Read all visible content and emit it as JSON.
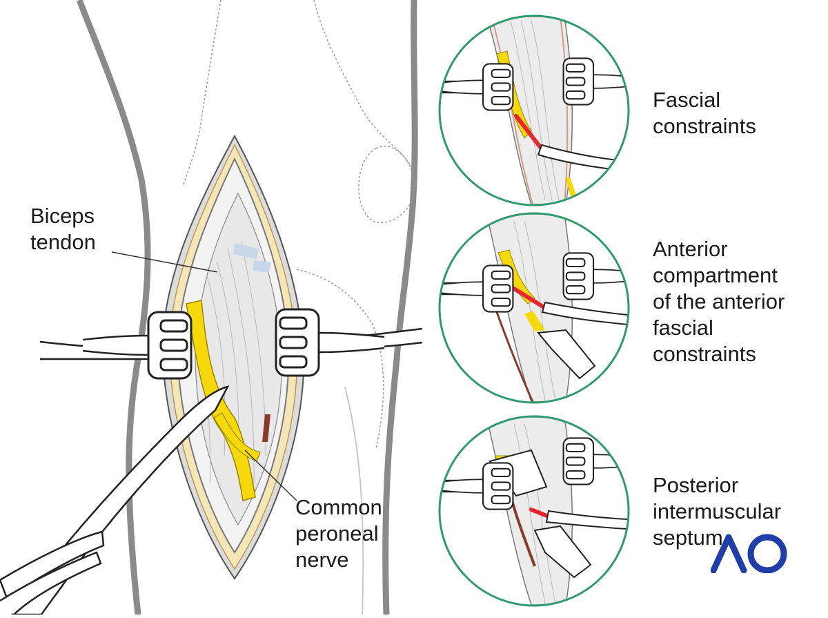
{
  "labels": {
    "biceps": [
      "Biceps",
      "tendon"
    ],
    "peroneal": [
      "Common",
      "peroneal",
      "nerve"
    ],
    "fascial": [
      "Fascial",
      "constraints"
    ],
    "anterior": [
      "Anterior",
      "compartment",
      "of the anterior",
      "fascial",
      "constraints"
    ],
    "posterior": [
      "Posterior",
      "intermuscular",
      "septum"
    ]
  },
  "logo": {
    "text": "AO",
    "color": "#1f3ea8"
  },
  "colors": {
    "nerve": "#f5d90a",
    "incision": "#e8242c",
    "frame": "#2e9a6e",
    "outline": "#5a5a5a",
    "skin": "#f1f1f1"
  }
}
